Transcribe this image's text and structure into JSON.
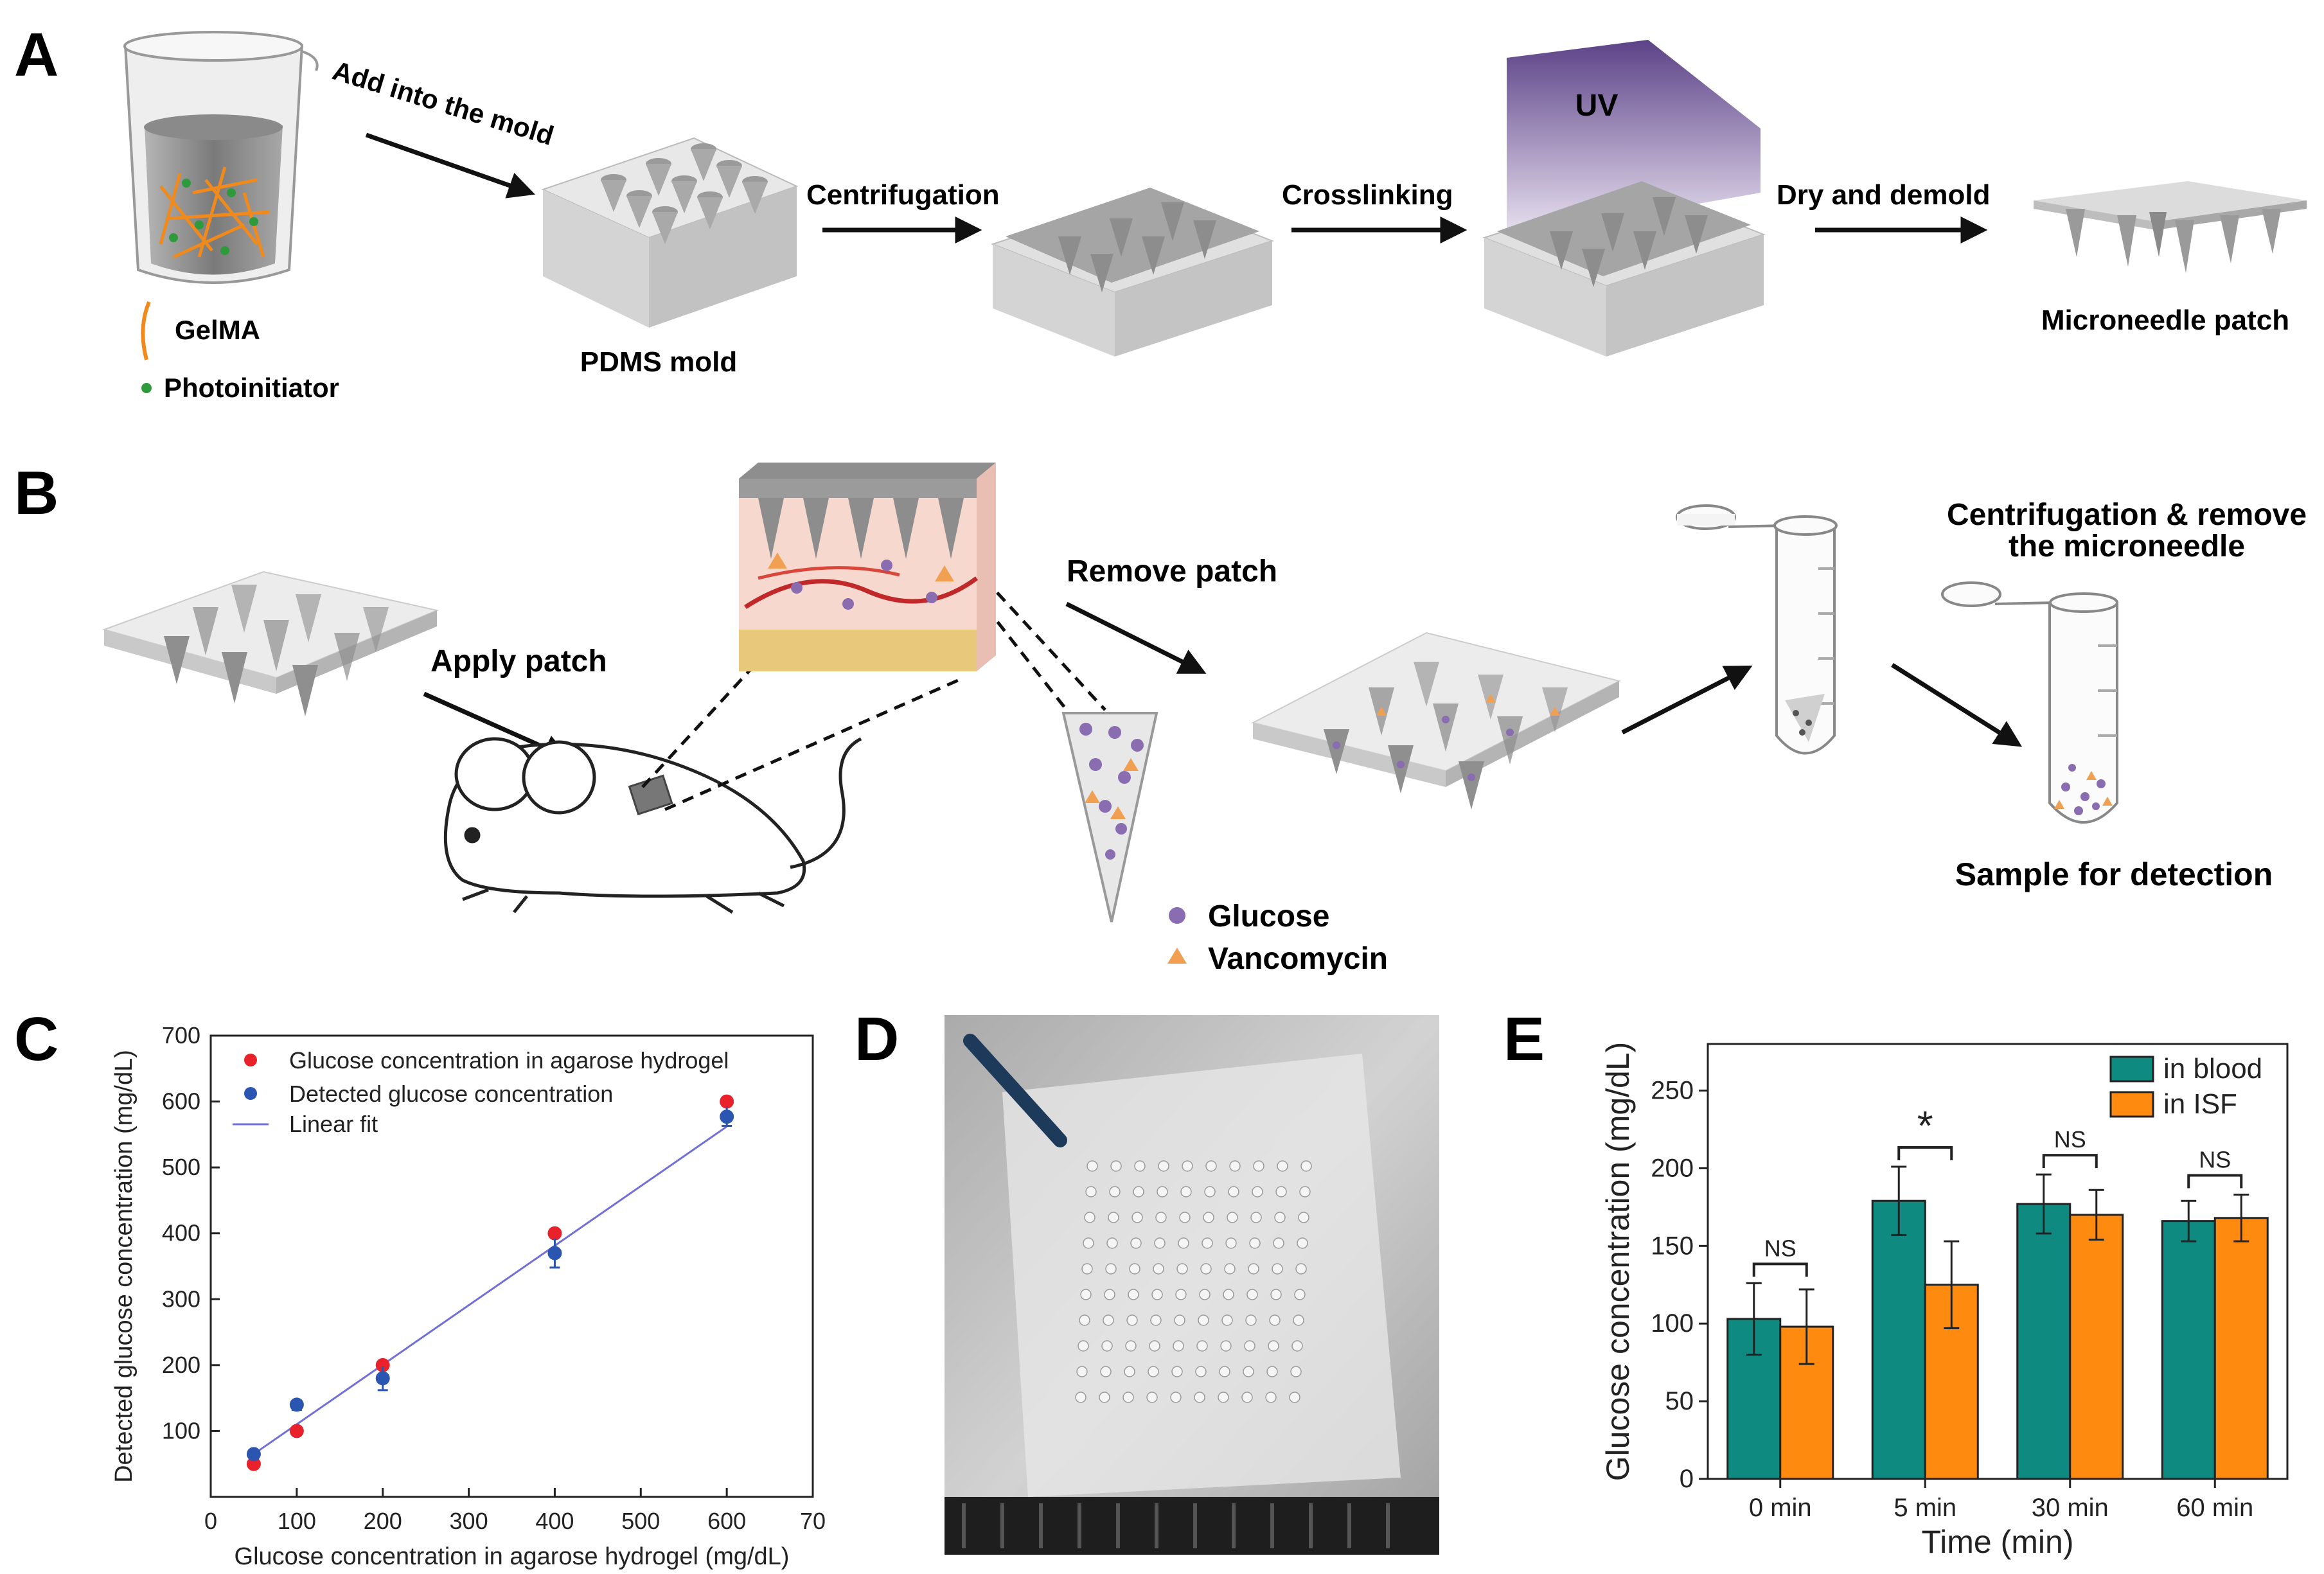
{
  "panel_labels": [
    "A",
    "B",
    "C",
    "D",
    "E"
  ],
  "panelA": {
    "legend": [
      {
        "label": "GelMA",
        "icon": "fiber-icon",
        "color": "#f08a1c"
      },
      {
        "label": "Photoinitiator",
        "icon": "dot-icon",
        "color": "#2e9a3c"
      }
    ],
    "steps": [
      "Add into the mold",
      "Centrifugation",
      "Crosslinking",
      "Dry and demold"
    ],
    "captions": [
      "PDMS mold",
      "Microneedle patch"
    ],
    "uv_label": "UV"
  },
  "panelB": {
    "steps": [
      "Apply patch",
      "Remove patch",
      "Centrifugation & remove",
      "the microneedle"
    ],
    "sample_caption": "Sample for detection",
    "legend": [
      {
        "label": "Glucose",
        "icon": "circle-icon",
        "color": "#8a6db0"
      },
      {
        "label": "Vancomycin",
        "icon": "triangle-icon",
        "color": "#f0a050"
      }
    ]
  },
  "chart_data": [
    {
      "type": "scatter",
      "panel": "C",
      "xlabel": "Glucose concentration in agarose hydrogel (mg/dL)",
      "ylabel": "Detected glucose concentration (mg/dL)",
      "xlim": [
        0,
        700
      ],
      "ylim": [
        0,
        700
      ],
      "x_ticks": [
        "0",
        "100",
        "200",
        "300",
        "400",
        "500",
        "600",
        "70"
      ],
      "y_ticks": [
        "100",
        "200",
        "300",
        "400",
        "500",
        "600",
        "700"
      ],
      "series": [
        {
          "name": "Glucose concentration in agarose hydrogel",
          "color": "#e8212b",
          "x": [
            50,
            100,
            200,
            400,
            600
          ],
          "y": [
            50,
            100,
            200,
            400,
            600
          ]
        },
        {
          "name": "Detected glucose concentration",
          "color": "#2a55b0",
          "x": [
            50,
            100,
            200,
            400,
            600
          ],
          "y": [
            65,
            140,
            180,
            370,
            577
          ],
          "err": [
            6,
            8,
            18,
            22,
            14
          ]
        },
        {
          "name": "Linear fit",
          "color": "#7070d8",
          "type": "line",
          "x": [
            50,
            600
          ],
          "y": [
            65,
            562
          ]
        }
      ],
      "legend_position": "top-left"
    },
    {
      "type": "bar",
      "panel": "E",
      "xlabel": "Time (min)",
      "ylabel": "Glucose concentration (mg/dL)",
      "ylim": [
        0,
        280
      ],
      "y_ticks": [
        "0",
        "50",
        "100",
        "150",
        "200",
        "250"
      ],
      "categories": [
        "0 min",
        "5 min",
        "30 min",
        "60 min"
      ],
      "series": [
        {
          "name": "in blood",
          "color": "#0e8a80",
          "values": [
            103,
            179,
            177,
            166
          ],
          "err": [
            23,
            22,
            19,
            13
          ]
        },
        {
          "name": "in ISF",
          "color": "#ff8a10",
          "values": [
            98,
            125,
            170,
            168
          ],
          "err": [
            24,
            28,
            16,
            15
          ]
        }
      ],
      "significance": [
        "NS",
        "*",
        "NS",
        "NS"
      ],
      "legend_position": "top-right"
    }
  ]
}
